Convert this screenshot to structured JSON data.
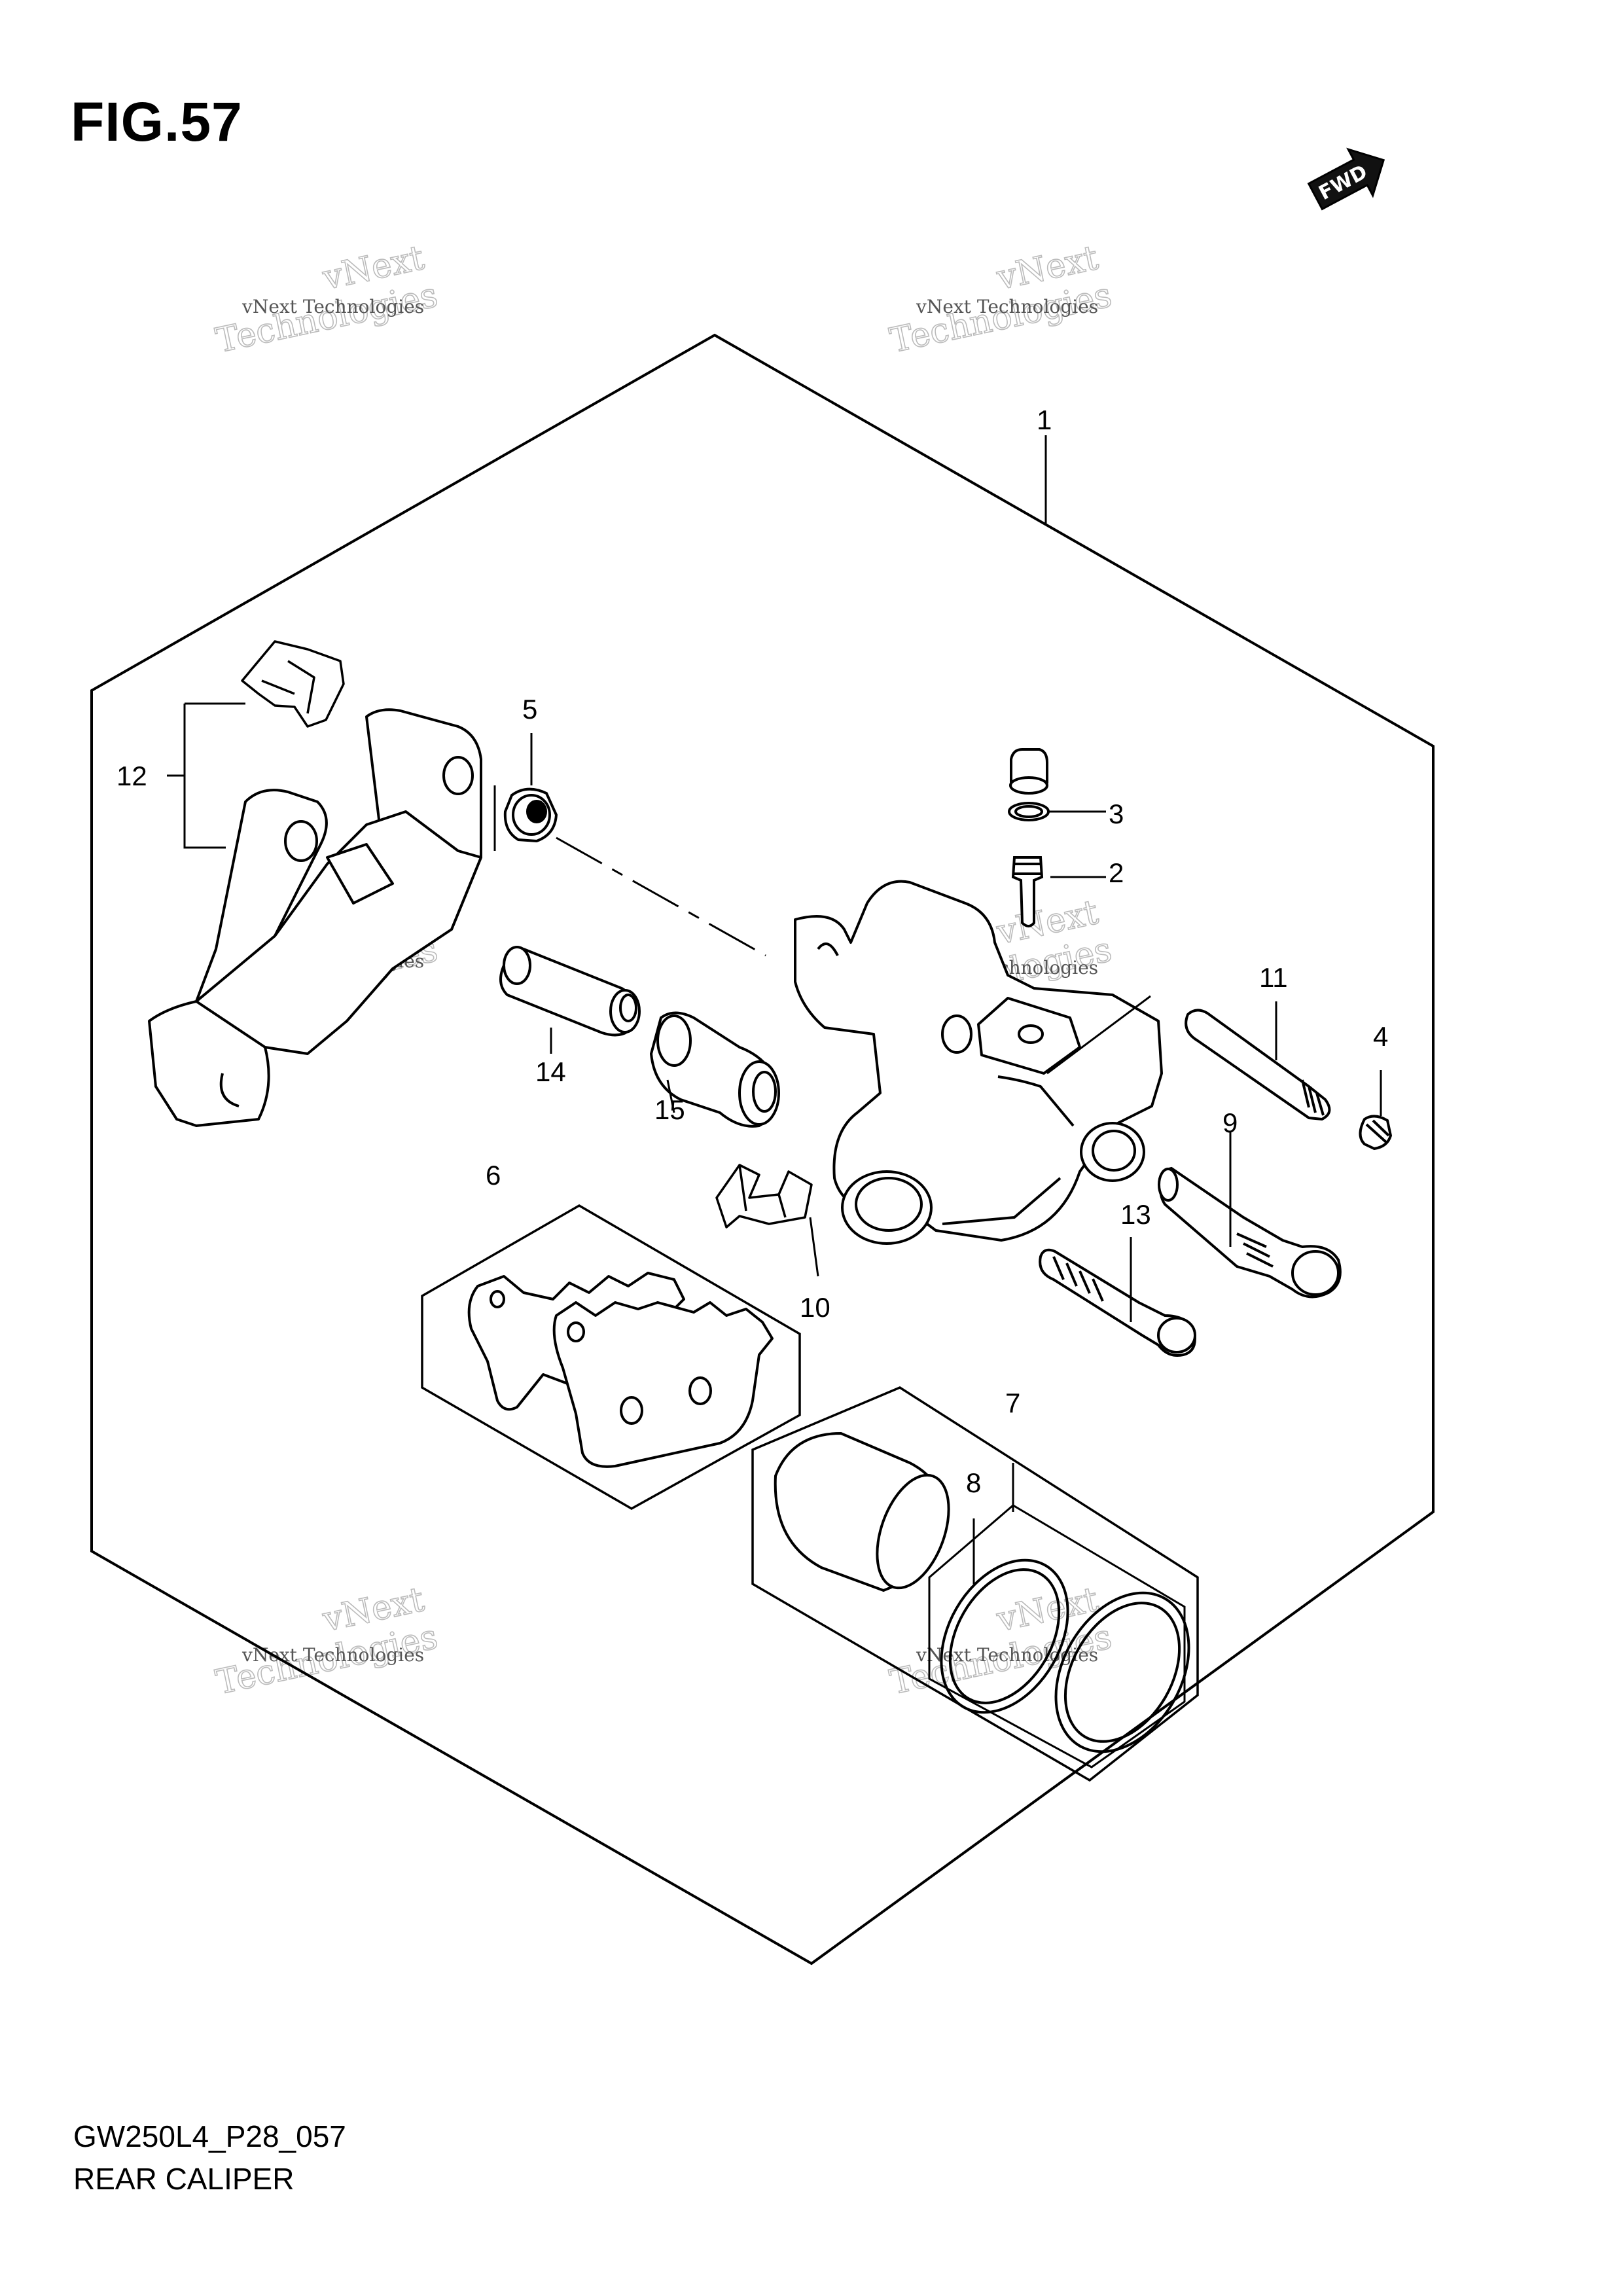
{
  "figure": {
    "title": "FIG.57"
  },
  "footer": {
    "code": "GW250L4_P28_057",
    "name": "REAR CALIPER"
  },
  "direction_marker": {
    "label": "FWD"
  },
  "watermark": {
    "line1": "vNext Technologies",
    "line2": "Technologies",
    "line3": "vNext"
  },
  "callouts": [
    "1",
    "2",
    "3",
    "4",
    "5",
    "6",
    "7",
    "8",
    "9",
    "10",
    "11",
    "12",
    "13",
    "14",
    "15"
  ]
}
